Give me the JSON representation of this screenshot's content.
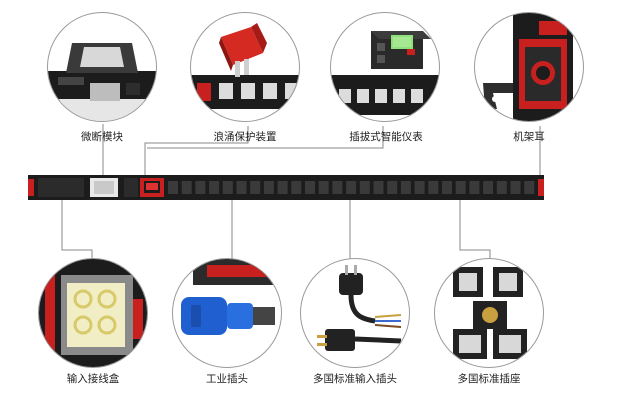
{
  "callouts_top": [
    {
      "label": "微断模块",
      "icon": "circuit-breaker-icon"
    },
    {
      "label": "浪涌保护装置",
      "icon": "surge-protector-icon"
    },
    {
      "label": "插拔式智能仪表",
      "icon": "smart-meter-icon"
    },
    {
      "label": "机架耳",
      "icon": "rack-ear-icon"
    }
  ],
  "callouts_bottom": [
    {
      "label": "输入接线盒",
      "icon": "input-junction-box-icon"
    },
    {
      "label": "工业插头",
      "icon": "industrial-plug-icon"
    },
    {
      "label": "多国标准输入插头",
      "icon": "multi-standard-plug-icon"
    },
    {
      "label": "多国标准插座",
      "icon": "multi-standard-socket-icon"
    }
  ],
  "colors": {
    "accent_red": "#c8201f",
    "body_black": "#1c1c1c",
    "industrial_blue": "#1f5fd0",
    "circle_border": "#9a9a9a",
    "leader_line": "#8a8a8a"
  }
}
